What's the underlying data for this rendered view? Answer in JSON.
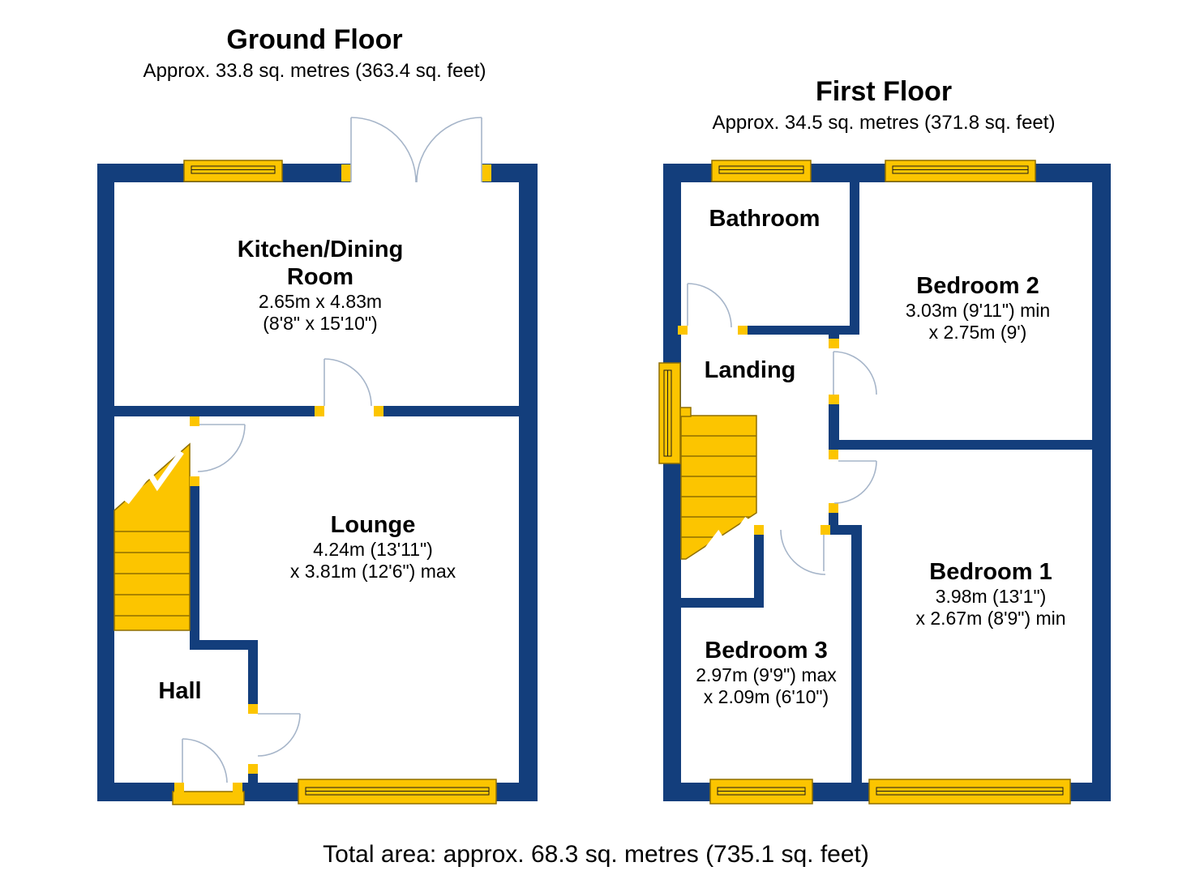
{
  "colors": {
    "wall": "#133e7c",
    "accent": "#fcc500",
    "accent-dark": "#8f6f00",
    "door-line": "#a6b5c9",
    "window-line": "#1c1c1c",
    "text": "#000000"
  },
  "ground_floor": {
    "title": "Ground Floor",
    "subtitle": "Approx. 33.8 sq. metres (363.4 sq. feet)",
    "rooms": {
      "kitchen": {
        "name_line1": "Kitchen/Dining",
        "name_line2": "Room",
        "dim1": "2.65m x 4.83m",
        "dim2": "(8'8\" x 15'10\")"
      },
      "lounge": {
        "name": "Lounge",
        "dim1": "4.24m (13'11\")",
        "dim2": "x 3.81m (12'6\") max"
      },
      "hall": {
        "name": "Hall"
      }
    }
  },
  "first_floor": {
    "title": "First Floor",
    "subtitle": "Approx. 34.5 sq. metres (371.8 sq. feet)",
    "rooms": {
      "bathroom": {
        "name": "Bathroom"
      },
      "bedroom2": {
        "name": "Bedroom 2",
        "dim1": "3.03m (9'11\") min",
        "dim2": "x 2.75m (9')"
      },
      "landing": {
        "name": "Landing"
      },
      "bedroom1": {
        "name": "Bedroom 1",
        "dim1": "3.98m (13'1\")",
        "dim2": "x 2.67m (8'9\") min"
      },
      "bedroom3": {
        "name": "Bedroom 3",
        "dim1": "2.97m (9'9\") max",
        "dim2": "x 2.09m (6'10\")"
      }
    }
  },
  "footer": {
    "total_area": "Total area: approx. 68.3 sq. metres (735.1 sq. feet)"
  }
}
